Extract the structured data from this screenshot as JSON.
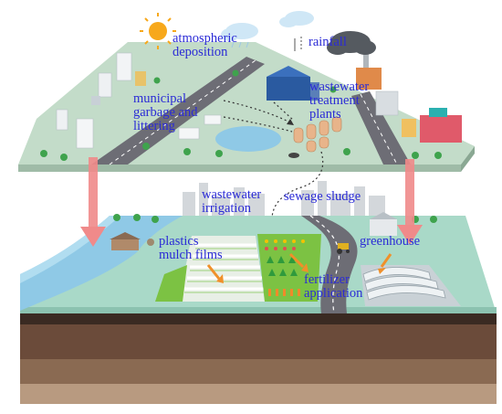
{
  "labels": {
    "atmospheric_deposition": "atmospheric\ndeposition",
    "rainfall": "rainfall",
    "municipal_garbage": "municipal\ngarbage and\nlittering",
    "wastewater_treatment": "wastewater\ntreatment\nplants",
    "wastewater_irrigation": "wastewater\nirrigation",
    "sewage_sludge": "sewage sludge",
    "plastics_mulch": "plastics\nmulch films",
    "greenhouse": "greenhouse",
    "fertilizer_application": "fertilizer\napplication"
  },
  "colors": {
    "label_text": "#2b2bd6",
    "arrow_pink": "#f08a8a",
    "urban_ground": "#c3dcc9",
    "farm_ground": "#a9d9c8",
    "soil_dark": "#3a2a22",
    "soil_mid": "#6b4b3a",
    "soil_light": "#b89a80",
    "road": "#6d6d75",
    "river": "#8fc9e6",
    "field_green": "#7cc243"
  },
  "icons": [
    "sun-icon",
    "cloud-icon",
    "rain-icon",
    "factory-icon",
    "building-icon",
    "tree-icon",
    "tractor-icon",
    "greenhouse-icon"
  ]
}
